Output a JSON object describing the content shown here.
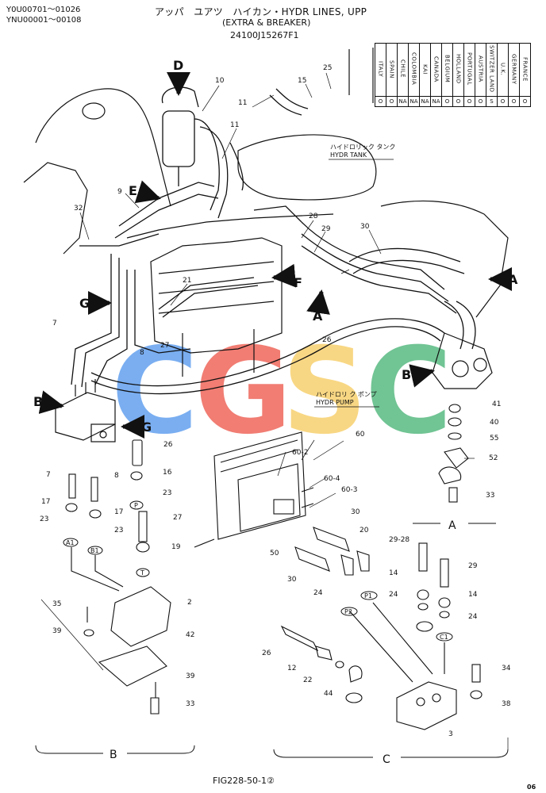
{
  "header": {
    "serial_1": "Y0U00701～01026",
    "serial_2": "YNU00001～00108",
    "title_line1": "アッパ　ユアツ　ハイカン・HYDR LINES, UPP",
    "title_line2": "(EXTRA & BREAKER)",
    "title_line3": "24100J15267F1"
  },
  "countries": [
    "ITALY",
    "SPAIN",
    "CHILE",
    "COLOMBIA",
    "KAI",
    "CANADA",
    "BELGIUM",
    "HOLLAND",
    "PORTUGAL",
    "AUSTRIA",
    "SWITZER LAND",
    "U.K.",
    "GERMANY",
    "FRANCE"
  ],
  "country_values": [
    "O",
    "O",
    "NA",
    "NA",
    "NA",
    "NA",
    "O",
    "O",
    "O",
    "O",
    "S",
    "O",
    "O",
    "O"
  ],
  "labels": {
    "hydr_tank_jp": "ハイドロリック タンク",
    "hydr_tank": "HYDR TANK",
    "hydr_pump_jp": "ハイドロリ ク ポンプ",
    "hydr_pump": "HYDR PUMP"
  },
  "views": {
    "A": "A",
    "B": "B",
    "C": "C",
    "D": "D",
    "E": "E",
    "F": "F",
    "G": "G"
  },
  "watermark": {
    "letters": [
      "C",
      "G",
      "S",
      "C"
    ],
    "colors": [
      "#6fa8f0",
      "#f07268",
      "#f8d47a",
      "#66c08c"
    ]
  },
  "callouts": {
    "n2": "2",
    "n3": "3",
    "n7": "7",
    "n8": "8",
    "n9": "9",
    "n10": "10",
    "n11": "11",
    "n12": "12",
    "n14": "14",
    "n15": "15",
    "n16": "16",
    "n17": "17",
    "n19": "19",
    "n20": "20",
    "n21": "21",
    "n22": "22",
    "n23": "23",
    "n24": "24",
    "n25": "25",
    "n26": "26",
    "n27": "27",
    "n28": "28",
    "n29": "29",
    "n29_28": "29-28",
    "n30": "30",
    "n32": "32",
    "n33": "33",
    "n34": "34",
    "n35": "35",
    "n38": "38",
    "n39": "39",
    "n40": "40",
    "n41": "41",
    "n42": "42",
    "n44": "44",
    "n50": "50",
    "n52": "52",
    "n55": "55",
    "n60": "60",
    "n60_2": "60-2",
    "n60_3": "60-3",
    "n60_4": "60-4"
  },
  "ports": {
    "P": "P",
    "T": "T",
    "A1": "A1",
    "B1": "B1",
    "P1": "P1",
    "P2": "P2",
    "C1": "C1"
  },
  "footer": {
    "fig": "FIG228-50-1②",
    "page": "06"
  }
}
